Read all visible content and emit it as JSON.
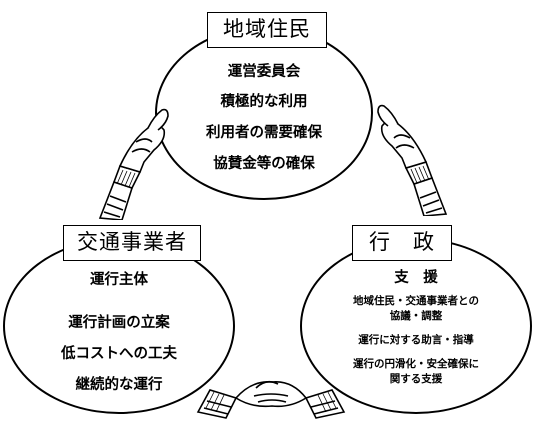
{
  "top": {
    "label": "地域住民",
    "items": [
      "運営委員会",
      "積極的な利用",
      "利用者の需要確保",
      "協賛金等の確保"
    ]
  },
  "left": {
    "label": "交通事業者",
    "items": [
      "運行主体",
      "運行計画の立案",
      "低コストへの工夫",
      "継続的な運行"
    ]
  },
  "right": {
    "label": "行　政",
    "heading": "支　援",
    "items": [
      "地域住民・交通事業者との",
      "協議・調整",
      "運行に対する助言・指導",
      "運行の円滑化・安全確保に",
      "関する支援"
    ]
  },
  "icons": {
    "left_handshake": "handshake-icon",
    "right_handshake": "handshake-icon",
    "bottom_handshake": "handshake-icon"
  }
}
